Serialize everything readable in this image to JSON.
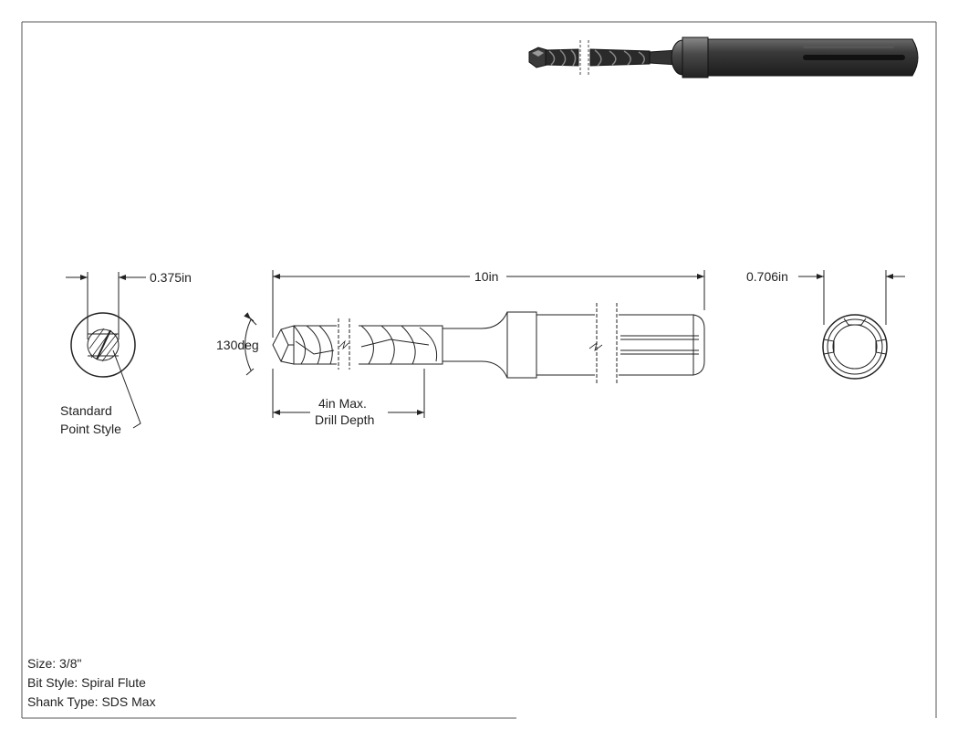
{
  "dimensions": {
    "head_diameter": "0.375in",
    "overall_length": "10in",
    "shank_diameter": "0.706in",
    "point_angle": "130deg",
    "drill_depth_line1": "4in Max.",
    "drill_depth_line2": "Drill Depth"
  },
  "callout": {
    "line1": "Standard",
    "line2": "Point Style"
  },
  "specs": [
    "Size: 3/8\"",
    "Bit Style: Spiral Flute",
    "Shank Type: SDS Max"
  ]
}
